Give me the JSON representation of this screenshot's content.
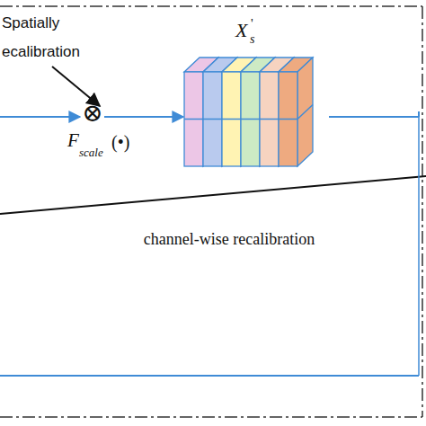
{
  "diagram": {
    "nodes": [
      {
        "text": [
          "⊗"
        ]
      },
      {
        "text": [
          "X",
          "'",
          "s"
        ]
      }
    ],
    "edges": [
      {
        "from": 0,
        "to": 1,
        "arrow": "to"
      }
    ],
    "labels": [
      "Spatially ecalibration",
      "F",
      "scale",
      "(•)",
      "channel-wise recalibration"
    ]
  }
}
